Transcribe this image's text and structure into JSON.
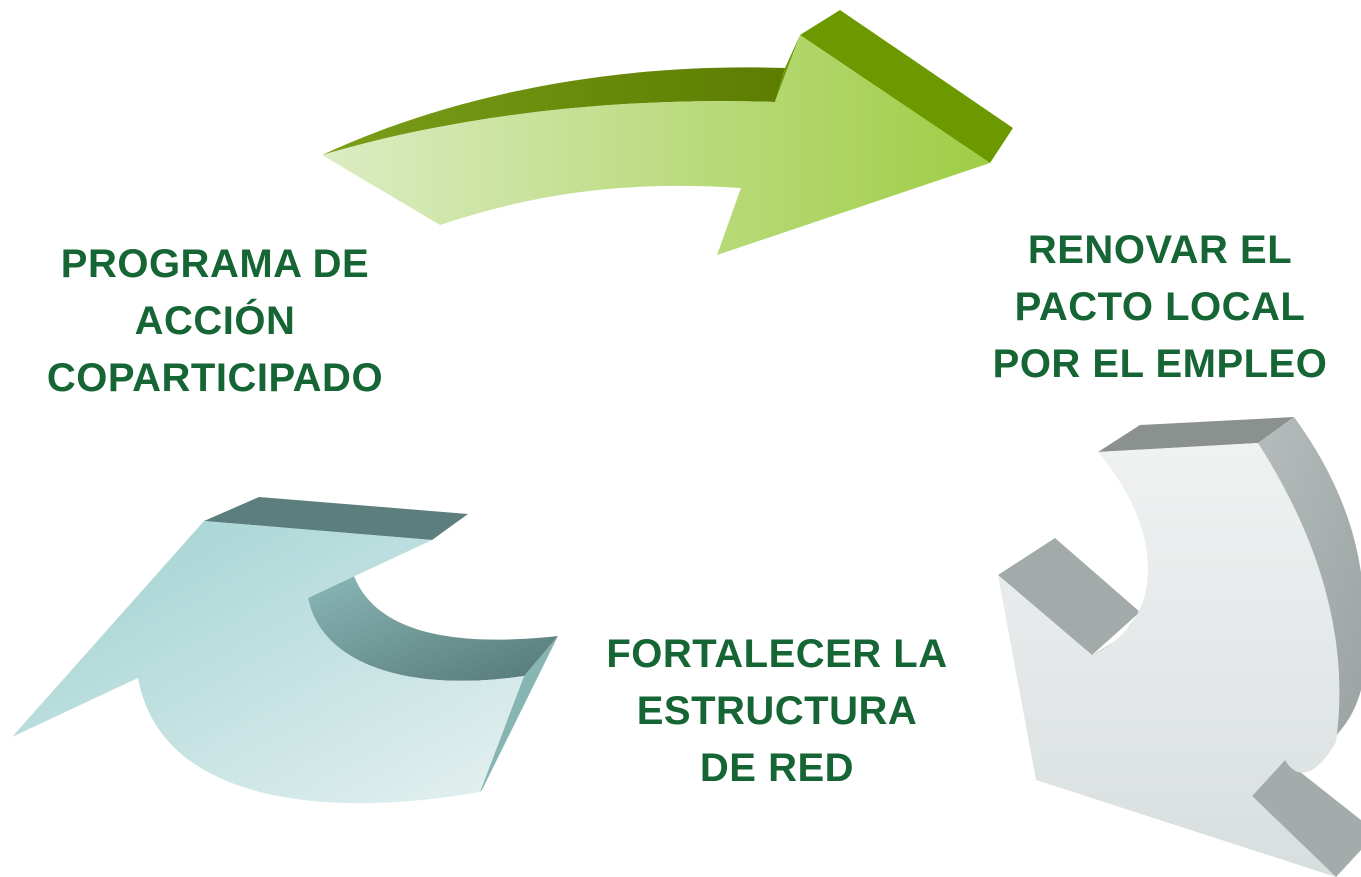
{
  "diagram": {
    "stages": [
      {
        "id": "programa",
        "lines": [
          "PROGRAMA DE",
          "ACCIÓN",
          "COPARTICIPADO"
        ]
      },
      {
        "id": "renovar",
        "lines": [
          "RENOVAR EL",
          "PACTO LOCAL",
          "POR EL EMPLEO"
        ]
      },
      {
        "id": "fortalecer",
        "lines": [
          "FORTALECER LA",
          "ESTRUCTURA",
          "DE RED"
        ]
      }
    ],
    "label_color": "#166534",
    "arrows": [
      {
        "name": "green-curved-arrow",
        "face_color": "#a6d257",
        "side_color": "#6b9a00"
      },
      {
        "name": "gray-curved-arrow",
        "face_color": "#e5e9ea",
        "side_color": "#8e9897"
      },
      {
        "name": "teal-curved-arrow",
        "face_color": "#a9d6d6",
        "side_color": "#5e8080"
      }
    ]
  }
}
